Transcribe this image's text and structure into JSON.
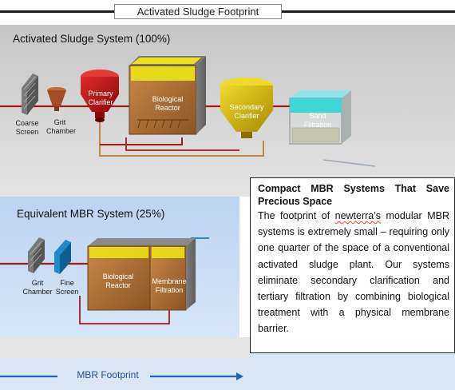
{
  "header": {
    "title": "Activated Sludge Footprint"
  },
  "activated_system": {
    "title": "Activated Sludge System (100%)",
    "components": {
      "coarse_screen": "Coarse\nScreen",
      "grit_chamber": "Grit\nChamber",
      "primary_clarifier": "Primary\nClarifier",
      "biological_reactor": "Biological\nReactor",
      "secondary_clarifier": "Secondary\nClarifier",
      "sand_filtration": "Sand\nFiltration"
    }
  },
  "mbr_system": {
    "title": "Equivalent MBR System (25%)",
    "components": {
      "grit_chamber": "Grit\nChamber",
      "fine_screen": "Fine\nScreen",
      "biological_reactor": "Biological\nReactor",
      "membrane_filtration": "Membrane\nFiltration"
    }
  },
  "description": {
    "heading": "Compact MBR Systems That Save Precious Space",
    "body_before": "The footprint of ",
    "company": "newterra’s",
    "body_after": " modular MBR systems is extremely small – requiring only one quarter of the space of a conventional activated sludge plant. Our systems eliminate secondary clarification and tertiary filtration by combining biological treatment with a physical membrane barrier."
  },
  "footer": {
    "label": "MBR Footprint"
  },
  "colors": {
    "pipe": "#a01c1c",
    "pipe_return": "#b8894a",
    "water_outlet": "#2a8bbf",
    "reactor_fill": "#b97a3a",
    "reactor_top": "#e9e21a",
    "clarifier_red": "#cc1010",
    "clarifier_yellow": "#d8b80a",
    "sand_filter_top": "#3fd6d6",
    "mbr_panel": "#c9dcf3",
    "footer_arrow": "#1f63b8"
  }
}
